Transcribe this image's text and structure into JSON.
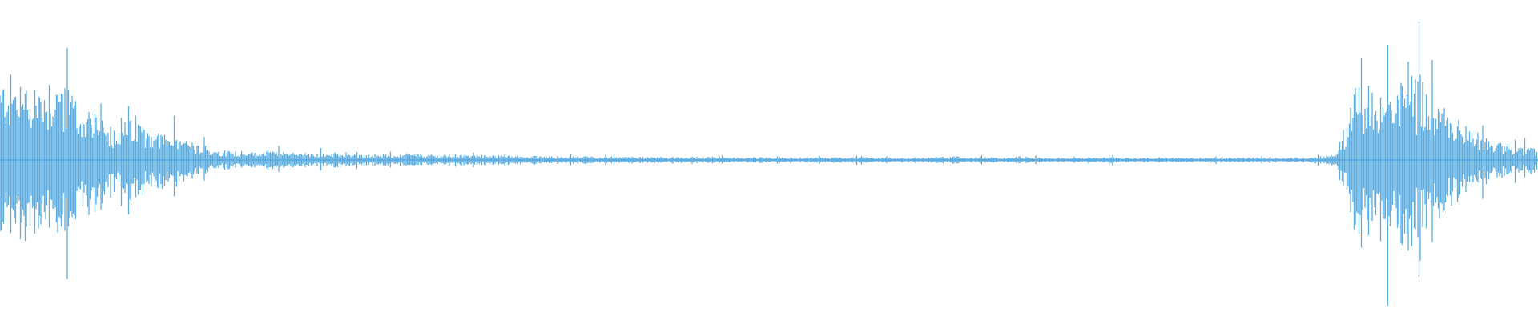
{
  "chart_data": {
    "type": "waveform",
    "title": "",
    "xlabel": "",
    "ylabel": "",
    "ylim": [
      -1,
      1
    ],
    "grid": false,
    "color": "#5dade2",
    "background": "#ffffff",
    "amplitude_envelope": [
      0.5,
      0.52,
      0.48,
      0.55,
      0.4,
      0.32,
      0.24,
      0.22,
      0.26,
      0.2,
      0.16,
      0.14,
      0.09,
      0.07,
      0.06,
      0.05,
      0.06,
      0.05,
      0.05,
      0.04,
      0.04,
      0.05,
      0.035,
      0.04,
      0.03,
      0.04,
      0.035,
      0.03,
      0.04,
      0.03,
      0.035,
      0.03,
      0.025,
      0.03,
      0.025,
      0.02,
      0.025,
      0.02,
      0.02,
      0.02,
      0.018,
      0.02,
      0.015,
      0.015,
      0.02,
      0.015,
      0.015,
      0.02,
      0.015,
      0.015,
      0.015,
      0.015,
      0.02,
      0.02,
      0.015,
      0.015,
      0.015,
      0.015,
      0.02,
      0.025,
      0.015,
      0.02,
      0.015,
      0.015,
      0.015,
      0.015,
      0.015,
      0.015,
      0.015,
      0.02,
      0.015,
      0.015,
      0.015,
      0.015,
      0.015,
      0.015,
      0.015,
      0.015,
      0.015,
      0.015,
      0.015,
      0.015,
      0.025,
      0.04,
      0.42,
      0.46,
      0.5,
      0.55,
      0.48,
      0.4,
      0.3,
      0.2,
      0.16,
      0.12,
      0.09,
      0.08
    ]
  }
}
